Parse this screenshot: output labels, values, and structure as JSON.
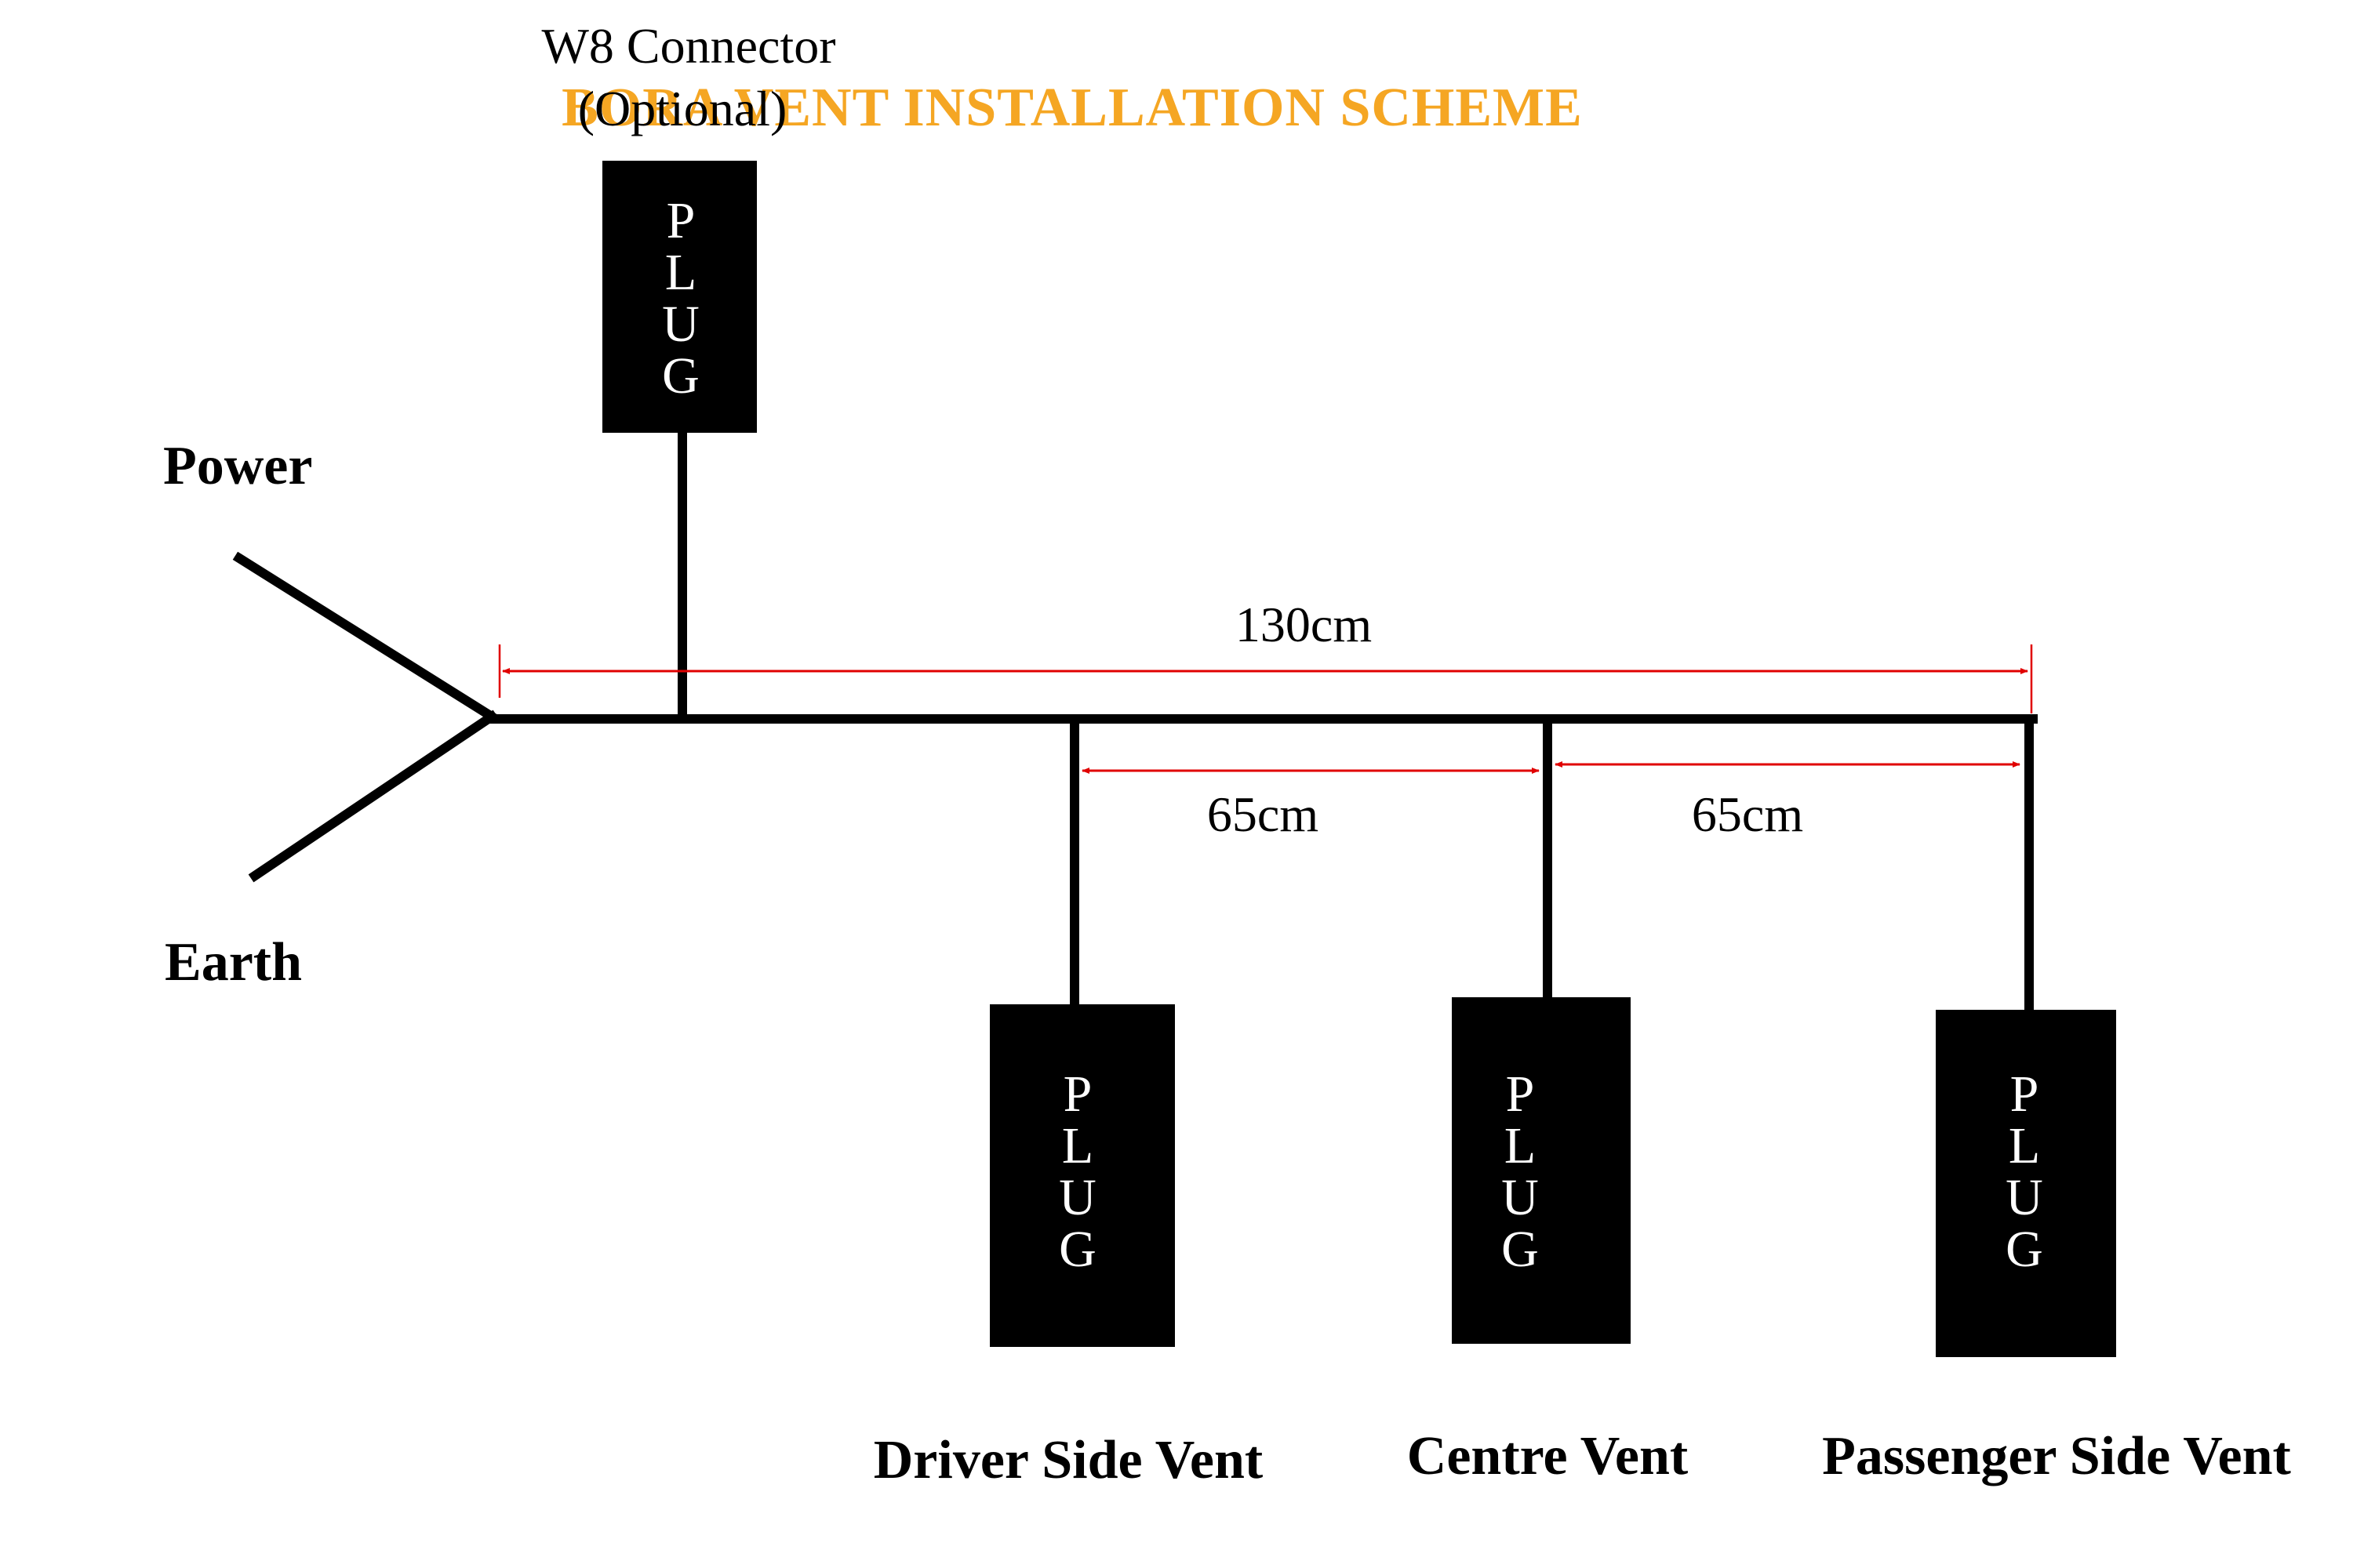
{
  "title": "BORA VENT INSTALLATION SCHEME",
  "title_color": "#f5a623",
  "dimension_color": "#e00000",
  "connector": {
    "label_line1": "W8 Connector",
    "label_line2": "(Optional)"
  },
  "plug_letters": [
    "P",
    "L",
    "U",
    "G"
  ],
  "inputs": {
    "power": "Power",
    "earth": "Earth"
  },
  "dimensions": {
    "total": "130cm",
    "driver_to_centre": "65cm",
    "centre_to_passenger": "65cm"
  },
  "vents": [
    {
      "label": "Driver Side Vent"
    },
    {
      "label": "Centre Vent"
    },
    {
      "label": "Passenger Side Vent"
    }
  ]
}
